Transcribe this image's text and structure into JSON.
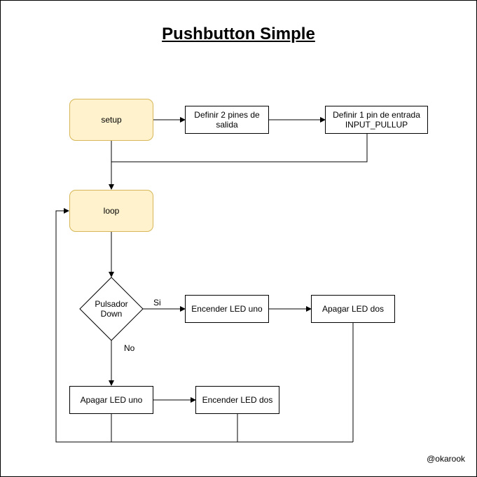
{
  "title": "Pushbutton Simple",
  "nodes": {
    "setup": "setup",
    "define_outputs": "Definir 2 pines de salida",
    "define_input": "Definir 1 pin de entrada INPUT_PULLUP",
    "loop": "loop",
    "pulsador": "Pulsador Down",
    "encender_uno": "Encender LED uno",
    "apagar_dos": "Apagar LED dos",
    "apagar_uno": "Apagar LED uno",
    "encender_dos": "Encender LED dos"
  },
  "edge_labels": {
    "yes": "Si",
    "no": "No"
  },
  "credit": "@okarook",
  "colors": {
    "terminal_fill": "#fff2cc",
    "terminal_border": "#d6b656",
    "line": "#000000"
  }
}
